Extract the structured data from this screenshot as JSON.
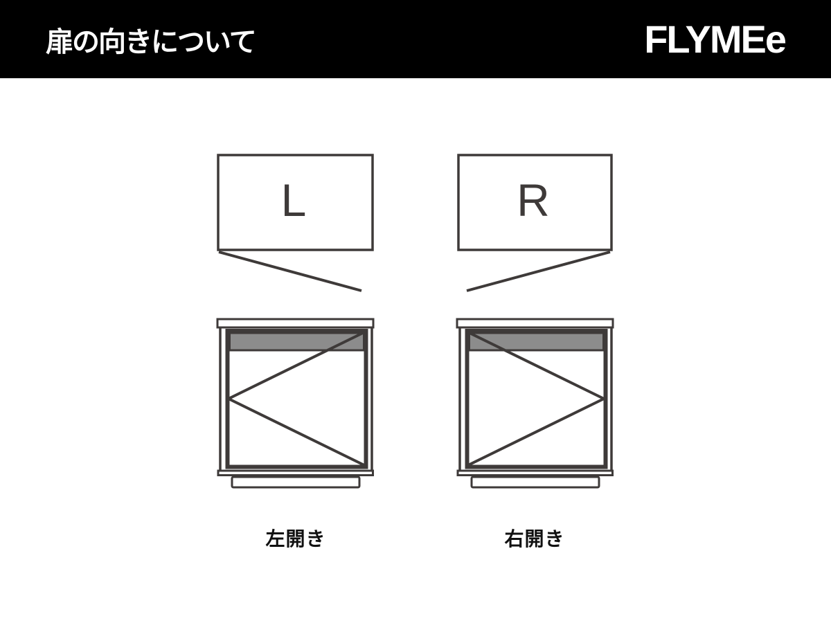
{
  "header": {
    "title": "扉の向きについて",
    "logo": "FLYMEe"
  },
  "colors": {
    "header_bg": "#000000",
    "header_text": "#ffffff",
    "line": "#3e3a39",
    "shelf_fill": "#8c8c8c",
    "caption_text": "#111111"
  },
  "diagrams": {
    "left": {
      "door_label": "L",
      "caption": "左開き"
    },
    "right": {
      "door_label": "R",
      "caption": "右開き"
    }
  }
}
